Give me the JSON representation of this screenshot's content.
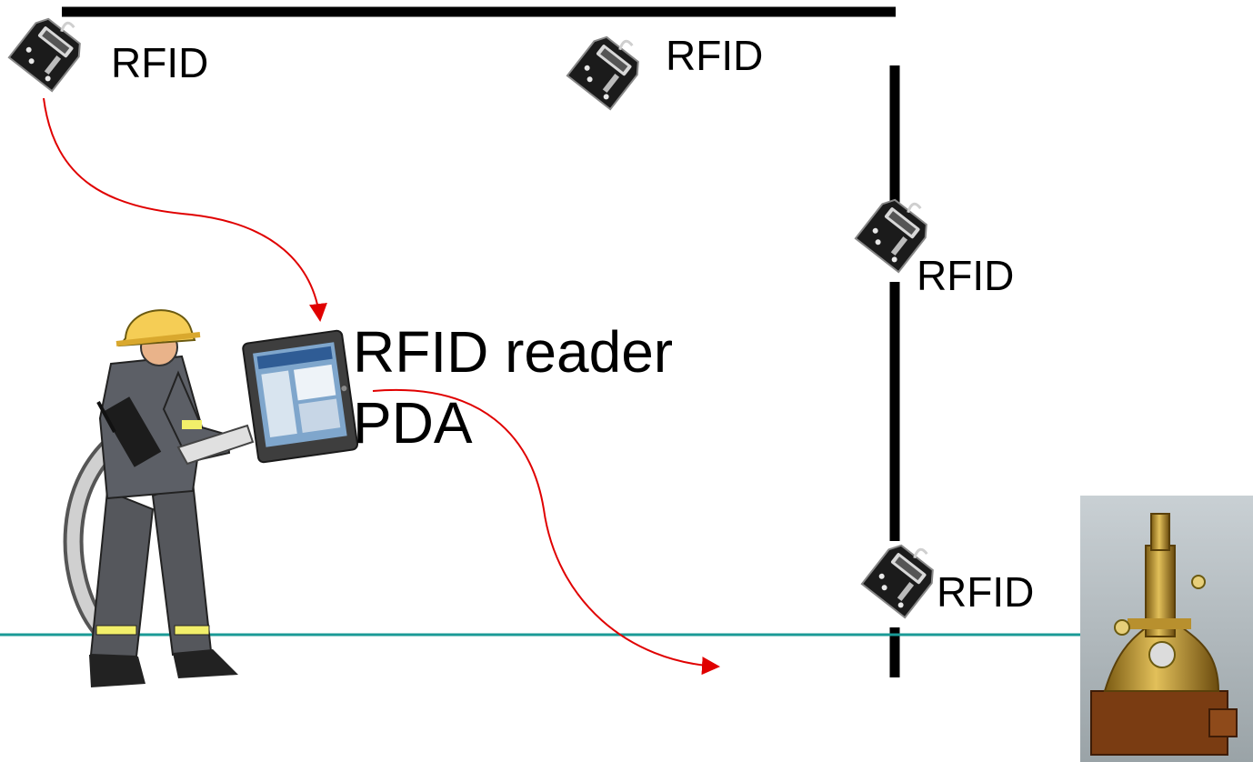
{
  "tags": [
    {
      "label": "RFID"
    },
    {
      "label": "RFID"
    },
    {
      "label": "RFID"
    },
    {
      "label": "RFID"
    }
  ],
  "reader": {
    "line1": "RFID reader",
    "line2": "PDA"
  },
  "colors": {
    "wall": "#000000",
    "path": "#e00000",
    "floor": "#1a9a96",
    "tag_body": "#1a1a1a"
  },
  "icons": [
    "rfid-tag-icon",
    "firefighter-icon",
    "pda-tablet-icon",
    "microscope-icon"
  ]
}
